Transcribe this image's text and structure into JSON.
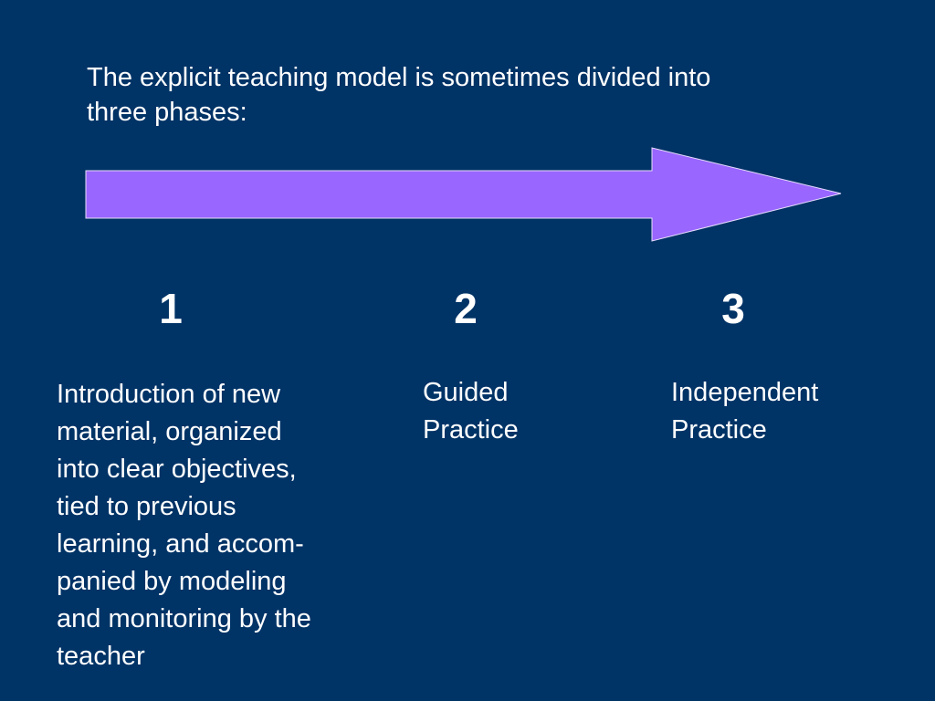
{
  "slide": {
    "intro": [
      "The explicit teaching model is sometimes divided into",
      "three phases:"
    ],
    "arrow_color": "#9966FF",
    "background_color": "#003366",
    "text_color": "#FFFFFF",
    "phases": [
      {
        "number": "1",
        "description": [
          "Introduction of new",
          "material, organized",
          "into clear objectives,",
          "tied to previous",
          "learning, and accom-",
          "panied by modeling",
          "and monitoring by the",
          "teacher"
        ]
      },
      {
        "number": "2",
        "description": [
          "Guided",
          "Practice"
        ]
      },
      {
        "number": "3",
        "description": [
          "Independent",
          "Practice"
        ]
      }
    ]
  }
}
